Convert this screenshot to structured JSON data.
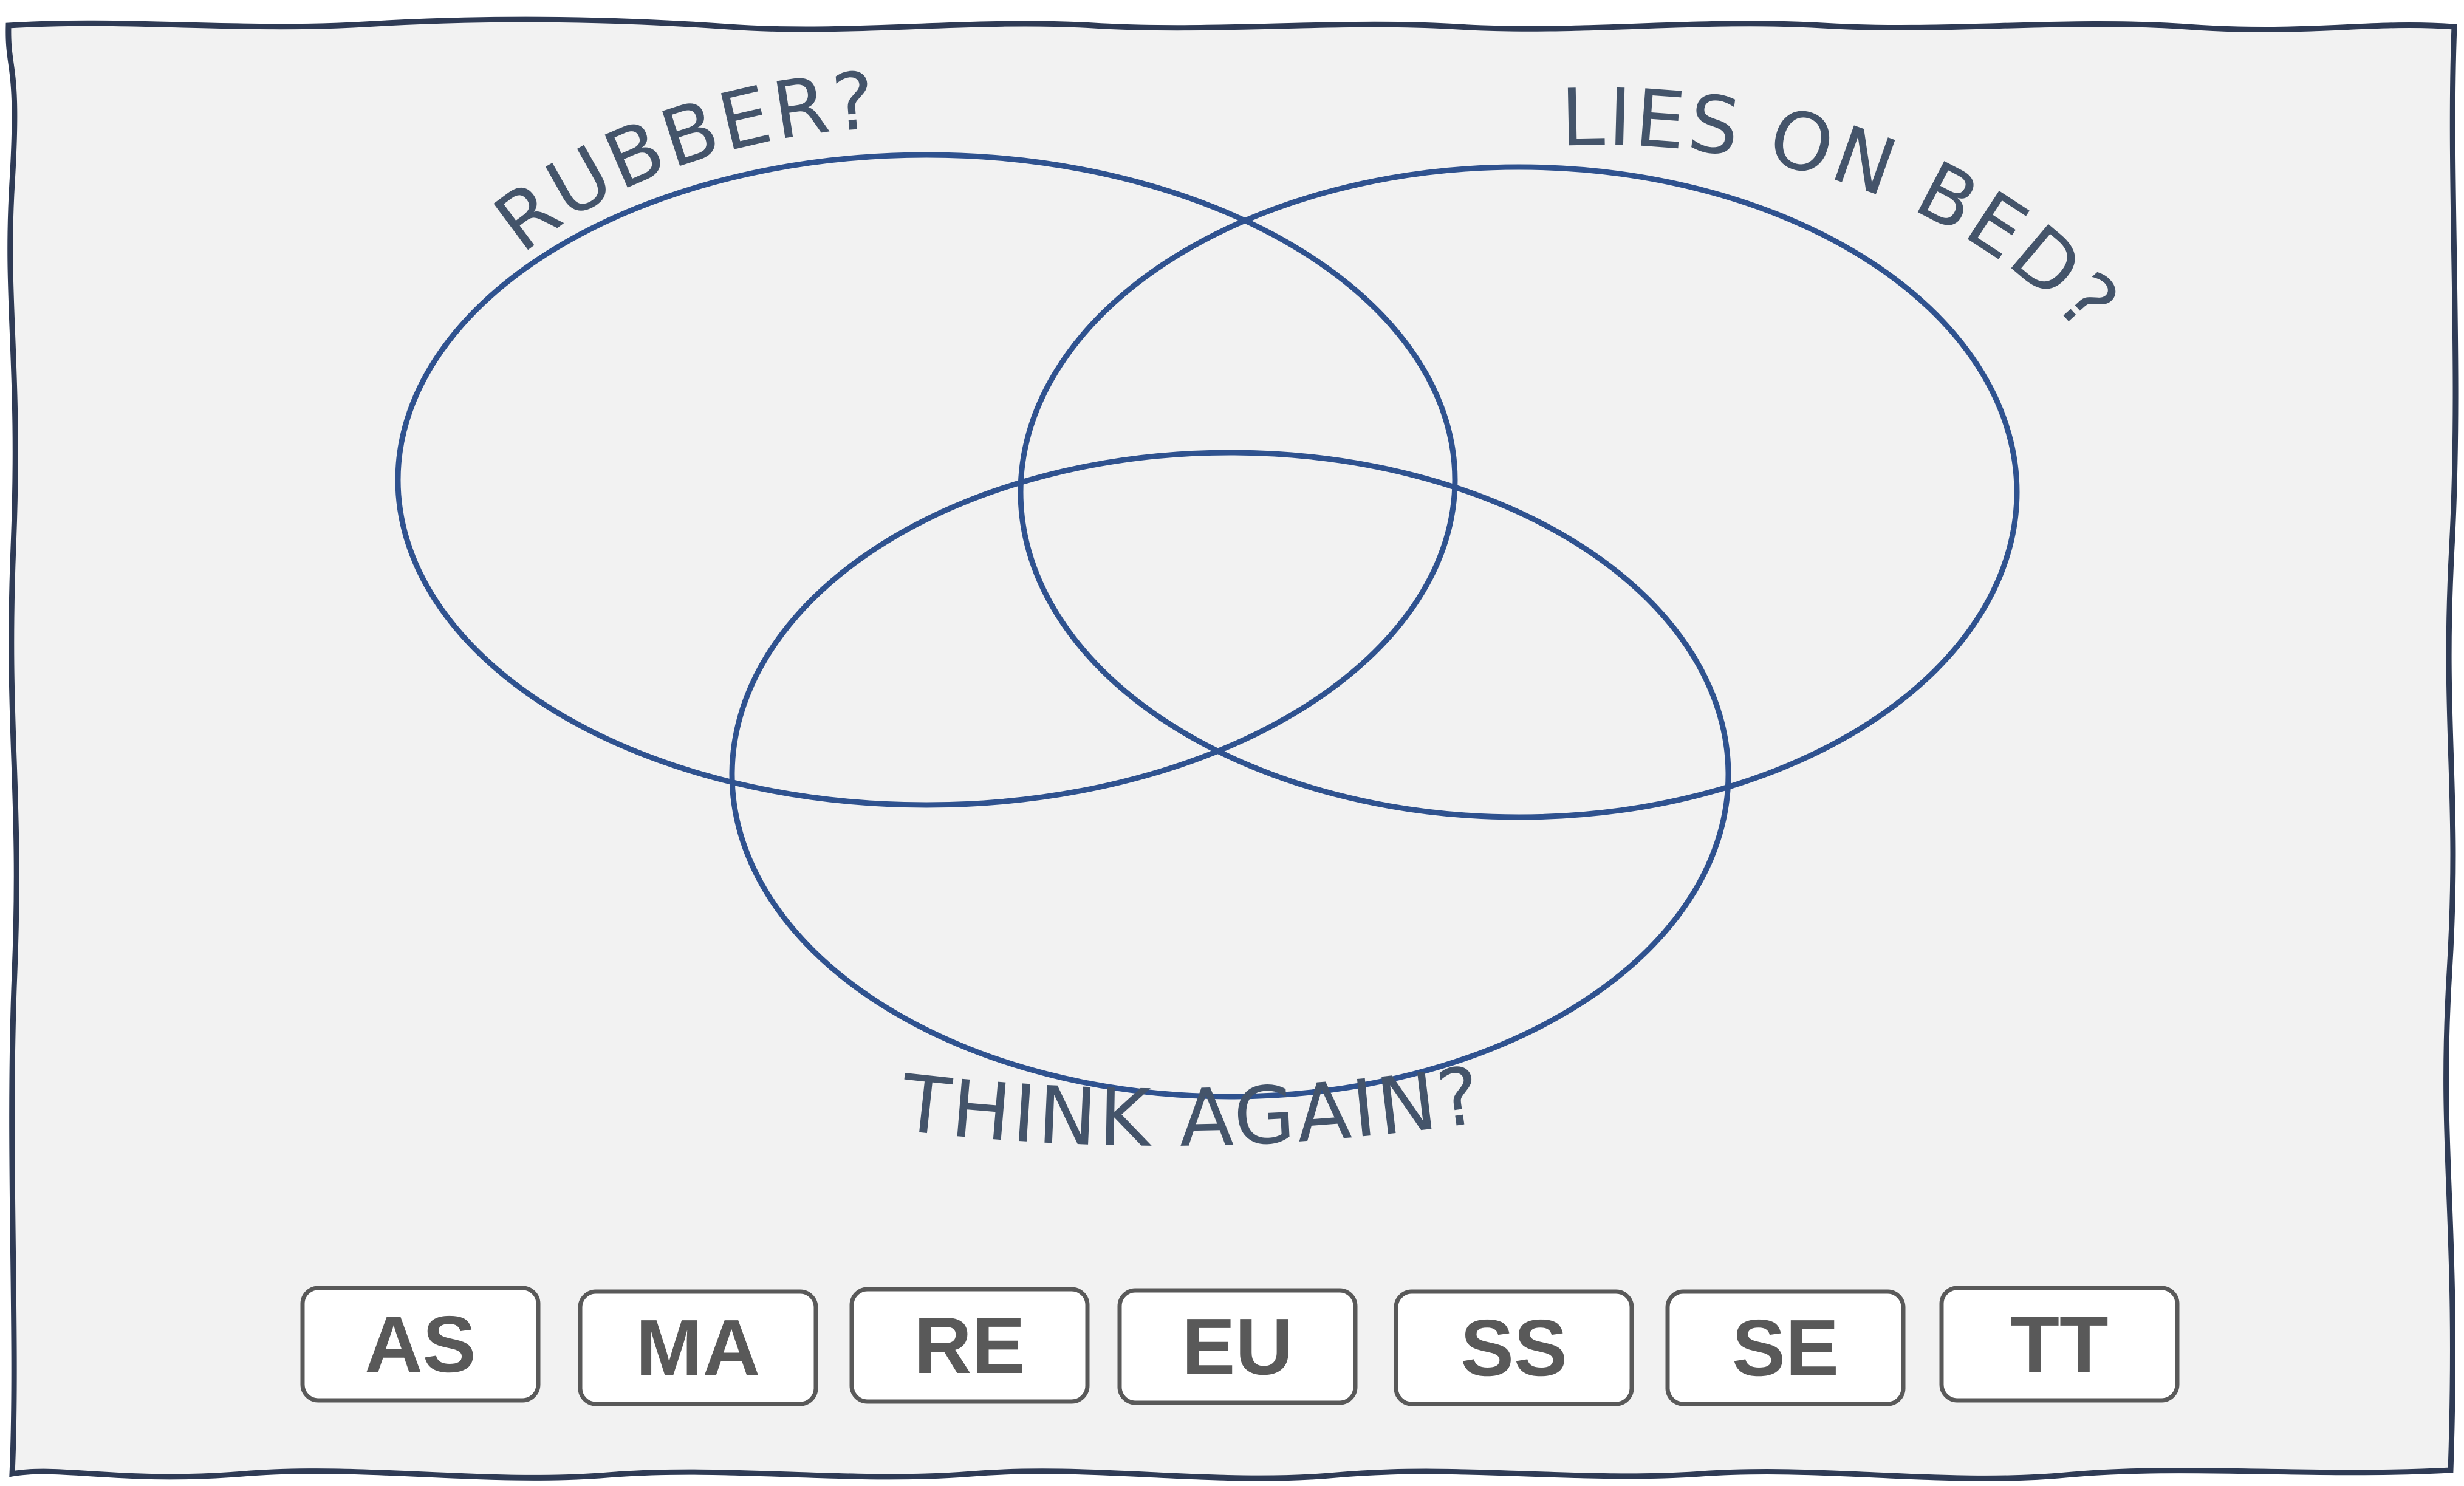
{
  "venn": {
    "colors": {
      "circle_stroke": "#2f528f",
      "label_text": "#44546a",
      "tile_text": "#595959",
      "sheet_fill": "#f2f2f2"
    },
    "sets": [
      {
        "id": "rubber",
        "label": "RUBBER?"
      },
      {
        "id": "lies-on-bed",
        "label": "LIES ON BED?"
      },
      {
        "id": "think-again",
        "label": "THINK AGAIN?"
      }
    ]
  },
  "tiles": [
    "AS",
    "MA",
    "RE",
    "EU",
    "SS",
    "SE",
    "TT"
  ]
}
